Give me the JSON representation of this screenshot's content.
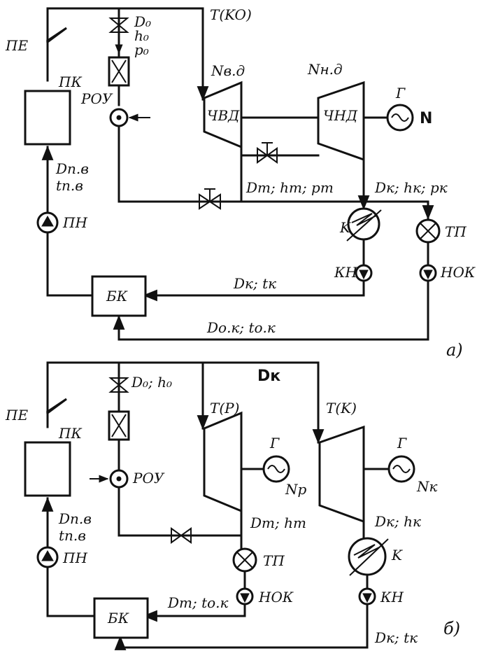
{
  "a": {
    "pe": "ПЕ",
    "pk": "ПК",
    "t_ko": "T(KO)",
    "d0": "D₀",
    "h0": "h₀",
    "p0": "p₀",
    "rou": "РОУ",
    "n_vd": "Nв.д",
    "n_nd": "Nн.д",
    "chvd": "ЧВД",
    "chnd": "ЧНД",
    "g": "Г",
    "n": "N",
    "dpv": "Dп.в",
    "tpv": "tп.в",
    "pn": "ПН",
    "dt_ht_pt": "Dт; hт; pт",
    "dk_hk_pk": "Dк; hк; pк",
    "k": "K",
    "tp": "ТП",
    "kn": "КН",
    "nok": "НОК",
    "bk": "БК",
    "dk_tk": "Dк; tк",
    "dok_tok": "Dо.к; tо.к",
    "caption": "a)"
  },
  "b": {
    "dk": "Dк",
    "d0_h0": "D₀; h₀",
    "pe": "ПЕ",
    "pk": "ПК",
    "t_p": "T(P)",
    "t_k": "T(K)",
    "g1": "Г",
    "g2": "Г",
    "np": "Nр",
    "nk": "Nк",
    "rou": "РОУ",
    "dpv": "Dп.в",
    "tpv": "tп.в",
    "dt_ht": "Dт; hт",
    "dk_hk": "Dк; hк",
    "k": "K",
    "tp": "ТП",
    "pn": "ПН",
    "nok": "НОК",
    "kn": "КН",
    "bk": "БК",
    "dt_tok": "Dт; tо.к",
    "dk_tk": "Dк; tк",
    "caption": "б)"
  }
}
